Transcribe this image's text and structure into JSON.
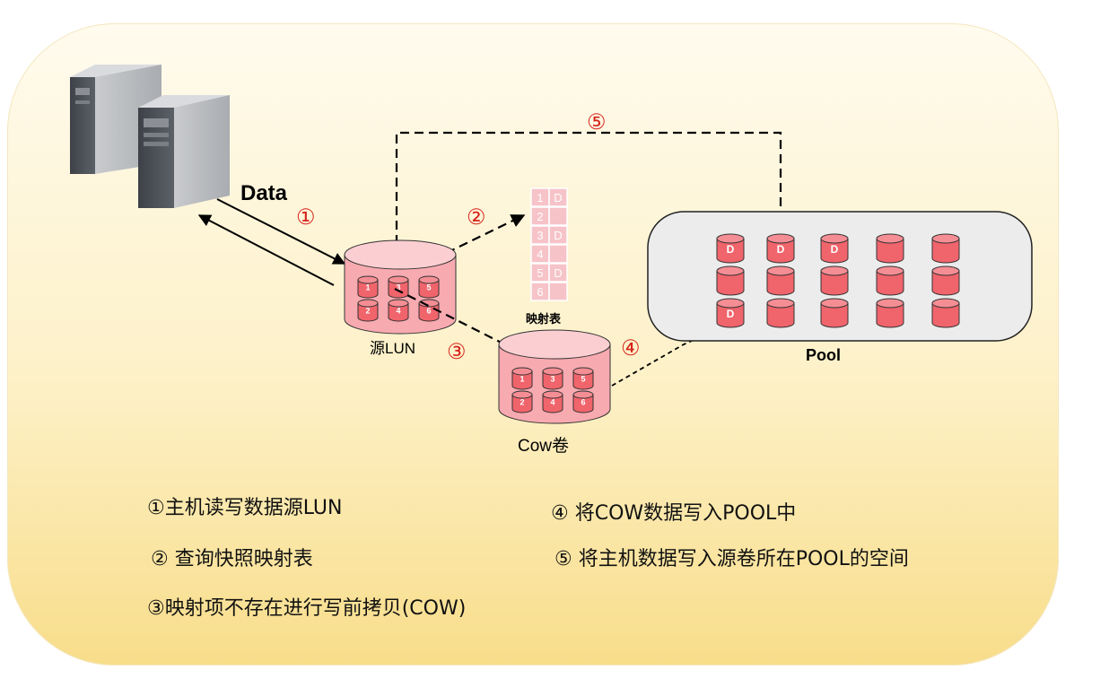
{
  "diagram": {
    "data_label": "Data",
    "source_label": "源LUN",
    "cow_label": "Cow卷",
    "mapping_label": "映射表",
    "pool_label": "Pool",
    "steps": [
      "①",
      "②",
      "③",
      "④",
      "⑤"
    ],
    "disk_numbers": [
      "1",
      "2",
      "3",
      "4",
      "5",
      "6"
    ],
    "mapping_table": [
      {
        "num": "1",
        "flag": "D"
      },
      {
        "num": "2",
        "flag": ""
      },
      {
        "num": "3",
        "flag": "D"
      },
      {
        "num": "4",
        "flag": ""
      },
      {
        "num": "5",
        "flag": "D"
      },
      {
        "num": "6",
        "flag": ""
      }
    ],
    "pool_disks": [
      [
        "D",
        "D",
        "D",
        "",
        ""
      ],
      [
        "",
        "",
        "",
        "",
        ""
      ],
      [
        "D",
        "",
        "",
        "",
        ""
      ]
    ],
    "colors": {
      "disk_fill": "#f0646b",
      "disk_top": "#f58e94",
      "volume_fill": "#f7aab0",
      "volume_top": "#fbcfd2",
      "arrow_dashed": "#000000",
      "step_number": "#d6231a",
      "pool_bg": "#ececec",
      "map_cell": "#f6c3c8"
    }
  },
  "legend": {
    "item1": "①主机读写数据源LUN",
    "item2": "② 查询快照映射表",
    "item3": "③映射项不存在进行写前拷贝(COW)",
    "item4": "④ 将COW数据写入POOL中",
    "item5": "⑤ 将主机数据写入源卷所在POOL的空间"
  }
}
